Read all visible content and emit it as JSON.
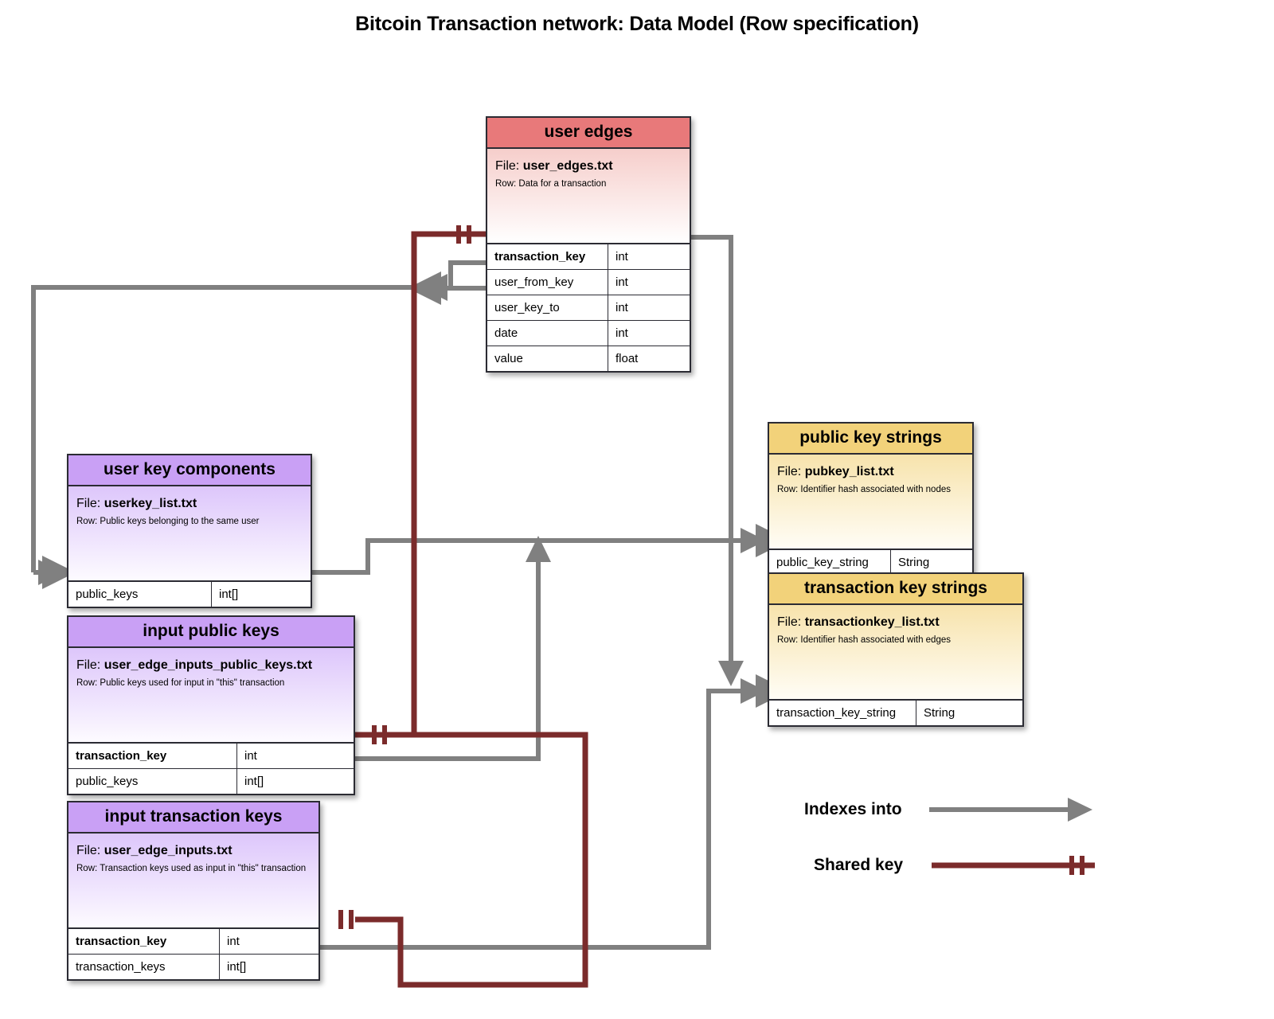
{
  "title": "Bitcoin Transaction network: Data Model (Row specification)",
  "file_label": "File:",
  "row_label": "Row:",
  "entities": [
    {
      "name": "user edges",
      "file": "user_edges.txt",
      "row": "Data for a transaction",
      "fields": [
        {
          "name": "transaction_key",
          "type": "int",
          "key": true
        },
        {
          "name": "user_from_key",
          "type": "int",
          "key": false
        },
        {
          "name": "user_key_to",
          "type": "int",
          "key": false
        },
        {
          "name": "date",
          "type": "int",
          "key": false
        },
        {
          "name": "value",
          "type": "float",
          "key": false
        }
      ]
    },
    {
      "name": "user key components",
      "file": "userkey_list.txt",
      "row": "Public keys belonging to the same user",
      "fields": [
        {
          "name": "public_keys",
          "type": "int[]",
          "key": false
        }
      ]
    },
    {
      "name": "input public keys",
      "file": "user_edge_inputs_public_keys.txt",
      "row": "Public keys used for input in \"this\" transaction",
      "fields": [
        {
          "name": "transaction_key",
          "type": "int",
          "key": true
        },
        {
          "name": "public_keys",
          "type": "int[]",
          "key": false
        }
      ]
    },
    {
      "name": "input transaction keys",
      "file": "user_edge_inputs.txt",
      "row": "Transaction keys used as input in \"this\" transaction",
      "fields": [
        {
          "name": "transaction_key",
          "type": "int",
          "key": true
        },
        {
          "name": "transaction_keys",
          "type": "int[]",
          "key": false
        }
      ]
    },
    {
      "name": "public key strings",
      "file": "pubkey_list.txt",
      "row": "Identifier hash associated with nodes",
      "fields": [
        {
          "name": "public_key_string",
          "type": "String",
          "key": false
        }
      ]
    },
    {
      "name": "transaction key strings",
      "file": "transactionkey_list.txt",
      "row": "Identifier hash associated with edges",
      "fields": [
        {
          "name": "transaction_key_string",
          "type": "String",
          "key": false
        }
      ]
    }
  ],
  "legend": [
    {
      "label": "Indexes into",
      "style": "arrow",
      "color": "#808080"
    },
    {
      "label": "Shared key",
      "style": "shared-key",
      "color": "#7b2b2b"
    }
  ],
  "colors": {
    "edge_header": "#e8797a",
    "component_header": "#c9a0f5",
    "string_header": "#f2d27a",
    "indexes_into_line": "#808080",
    "shared_key_line": "#7b2b2b",
    "border": "#2b2b33"
  }
}
